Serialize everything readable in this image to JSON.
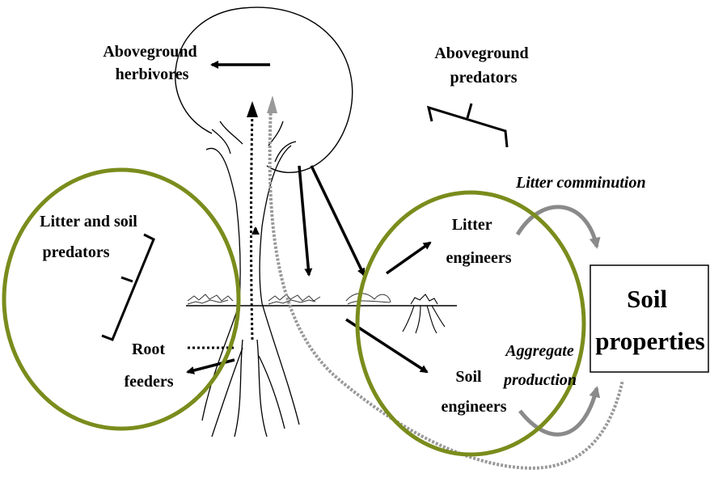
{
  "labels": {
    "aboveground_herbivores": [
      "Aboveground",
      "herbivores"
    ],
    "aboveground_predators": [
      "Aboveground",
      "predators"
    ],
    "litter_soil_predators": [
      "Litter and soil",
      "predators"
    ],
    "root_feeders": [
      "Root",
      "feeders"
    ],
    "litter_engineers": [
      "Litter",
      "engineers"
    ],
    "soil_engineers": [
      "Soil",
      "engineers"
    ],
    "litter_comminution": "Litter comminution",
    "aggregate_production": [
      "Aggregate",
      "production"
    ],
    "soil_properties": [
      "Soil",
      "properties"
    ]
  },
  "colors": {
    "highlight_circle": "#7a8c1c",
    "ink": "#000000",
    "gray_arrow": "#8a8a8a",
    "dotted_path": "#999999"
  }
}
